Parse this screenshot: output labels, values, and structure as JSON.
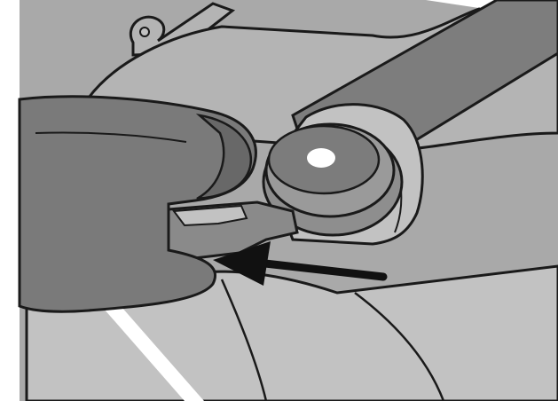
{
  "figure": {
    "subject": "seat-belt-buckle-release-illustration",
    "icons": [
      "hand",
      "buckle",
      "push-button",
      "latch-plate",
      "arrow"
    ],
    "colors": {
      "paper": "#ffffff",
      "background_panel": "#a9a9a9",
      "seat_shell": "#b4b4b4",
      "seat_light": "#c2c2c2",
      "belt": "#7d7d7d",
      "hand": "#7a7a7a",
      "hand_dark": "#686868",
      "buckle": "#8e8e8e",
      "button": "#9a9a9a",
      "button_top": "#7c7c7c",
      "tongue": "#8a8a8a",
      "outline": "#1a1a1a",
      "arrow": "#111111",
      "highlight": "#ffffff"
    }
  }
}
